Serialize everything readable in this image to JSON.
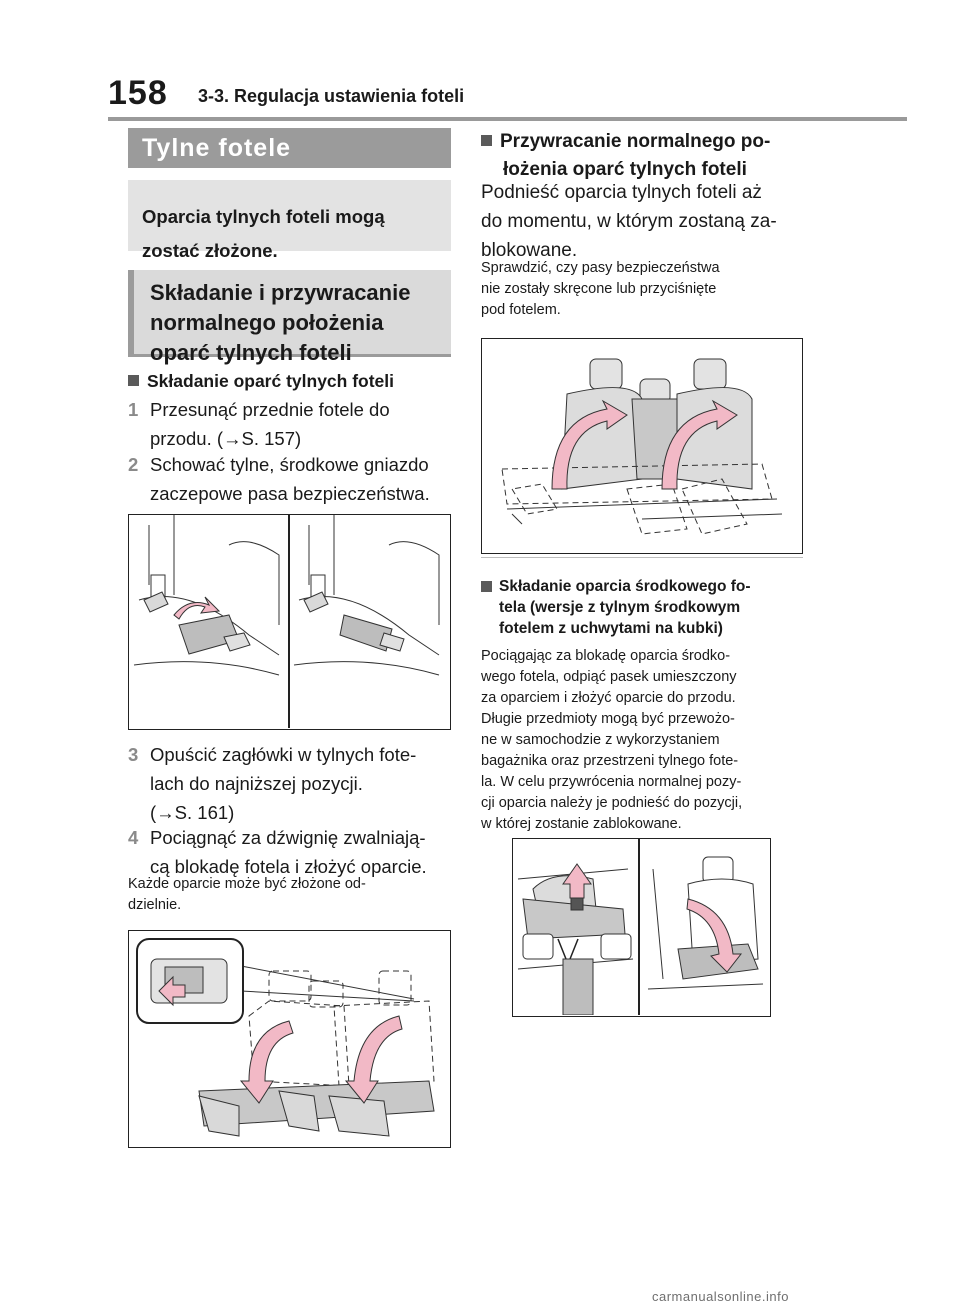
{
  "header": {
    "page_number": "158",
    "section": "3-3. Regulacja ustawienia foteli"
  },
  "left": {
    "banner": "Tylne fotele",
    "lead": "Oparcia tylnych foteli mogą zostać złożone.",
    "topic": "Składanie i przywracanie normalnego położenia oparć tylnych foteli",
    "folding": {
      "heading": "Składanie oparć tylnych foteli",
      "steps": [
        {
          "num": "1",
          "text": "Przesunąć przednie fotele do\nprzodu. (→S. 157)"
        },
        {
          "num": "2",
          "text": "Schować tylne, środkowe gniazdo\nzaczepowe pasa bezpieczeństwa."
        },
        {
          "num": "3",
          "text": "Opuścić zagłówki w tylnych fote-\nlach do najniższej pozycji.\n(→S. 161)"
        },
        {
          "num": "4",
          "text": "Pociągnąć za dźwignię zwalniają-\ncą blokadę fotela i złożyć oparcie."
        }
      ],
      "note": "Każde oparcie może być złożone od-\ndzielnie."
    }
  },
  "right": {
    "restore": {
      "heading_line1": "Przywracanie normalnego po-",
      "heading_line2": "łożenia oparć tylnych foteli",
      "body": "Podnieść oparcia tylnych foteli aż\ndo momentu, w którym zostaną za-\nblokowane.",
      "note": "Sprawdzić, czy pasy bezpieczeństwa\nnie zostały skręcone lub przyciśnięte\npod fotelem."
    },
    "center_seat": {
      "heading": "Składanie oparcia środkowego fo-\ntela (wersje z tylnym środkowym\nfotelem z uchwytami na kubki)",
      "body": "Pociągając za blokadę oparcia środko-\nwego fotela, odpiąć pasek umieszczony\nza oparciem i złożyć oparcie do przodu.\nDługie przedmioty mogą być przewożo-\nne w samochodzie z wykorzystaniem\nbagażnika oraz przestrzeni tylnego fote-\nla. W celu przywrócenia normalnej pozy-\ncji oparcia należy je podnieść do pozycji,\nw której zostanie zablokowane."
    }
  },
  "footer": {
    "site": "carmanualsonline.info"
  },
  "colors": {
    "arrow_fill": "#f2b9c6",
    "banner_gray": "#9b9b9b",
    "box_gray": "#e3e3e3"
  }
}
